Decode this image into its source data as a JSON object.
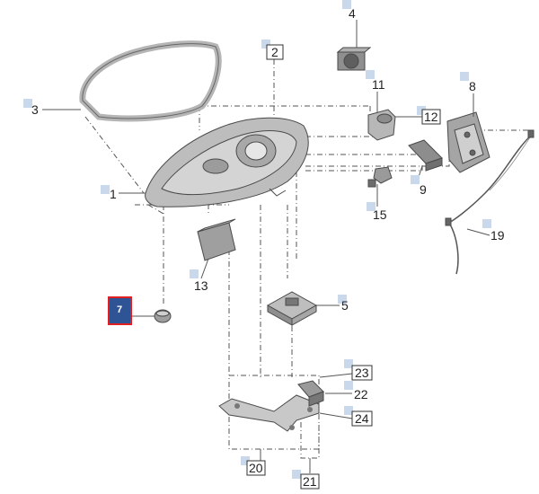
{
  "diagram": {
    "callouts": [
      {
        "id": "c1",
        "number": "1",
        "boxed": false,
        "selected": false
      },
      {
        "id": "c2",
        "number": "2",
        "boxed": true,
        "selected": false
      },
      {
        "id": "c3",
        "number": "3",
        "boxed": false,
        "selected": false
      },
      {
        "id": "c4",
        "number": "4",
        "boxed": false,
        "selected": false
      },
      {
        "id": "c5",
        "number": "5",
        "boxed": false,
        "selected": false
      },
      {
        "id": "c7",
        "number": "7",
        "boxed": false,
        "selected": true
      },
      {
        "id": "c8",
        "number": "8",
        "boxed": false,
        "selected": false
      },
      {
        "id": "c9",
        "number": "9",
        "boxed": false,
        "selected": false
      },
      {
        "id": "c11",
        "number": "11",
        "boxed": false,
        "selected": false
      },
      {
        "id": "c12",
        "number": "12",
        "boxed": true,
        "selected": false
      },
      {
        "id": "c13",
        "number": "13",
        "boxed": false,
        "selected": false
      },
      {
        "id": "c15",
        "number": "15",
        "boxed": false,
        "selected": false
      },
      {
        "id": "c19",
        "number": "19",
        "boxed": false,
        "selected": false
      },
      {
        "id": "c20",
        "number": "20",
        "boxed": true,
        "selected": false
      },
      {
        "id": "c21",
        "number": "21",
        "boxed": true,
        "selected": false
      },
      {
        "id": "c22",
        "number": "22",
        "boxed": false,
        "selected": false
      },
      {
        "id": "c23",
        "number": "23",
        "boxed": true,
        "selected": false
      },
      {
        "id": "c24",
        "number": "24",
        "boxed": true,
        "selected": false
      }
    ],
    "colors": {
      "selected_fill": "#2f5496",
      "selected_border": "#e02020",
      "marker_square": "#c9d8ea",
      "part_grey": "#bfbfbf"
    }
  }
}
